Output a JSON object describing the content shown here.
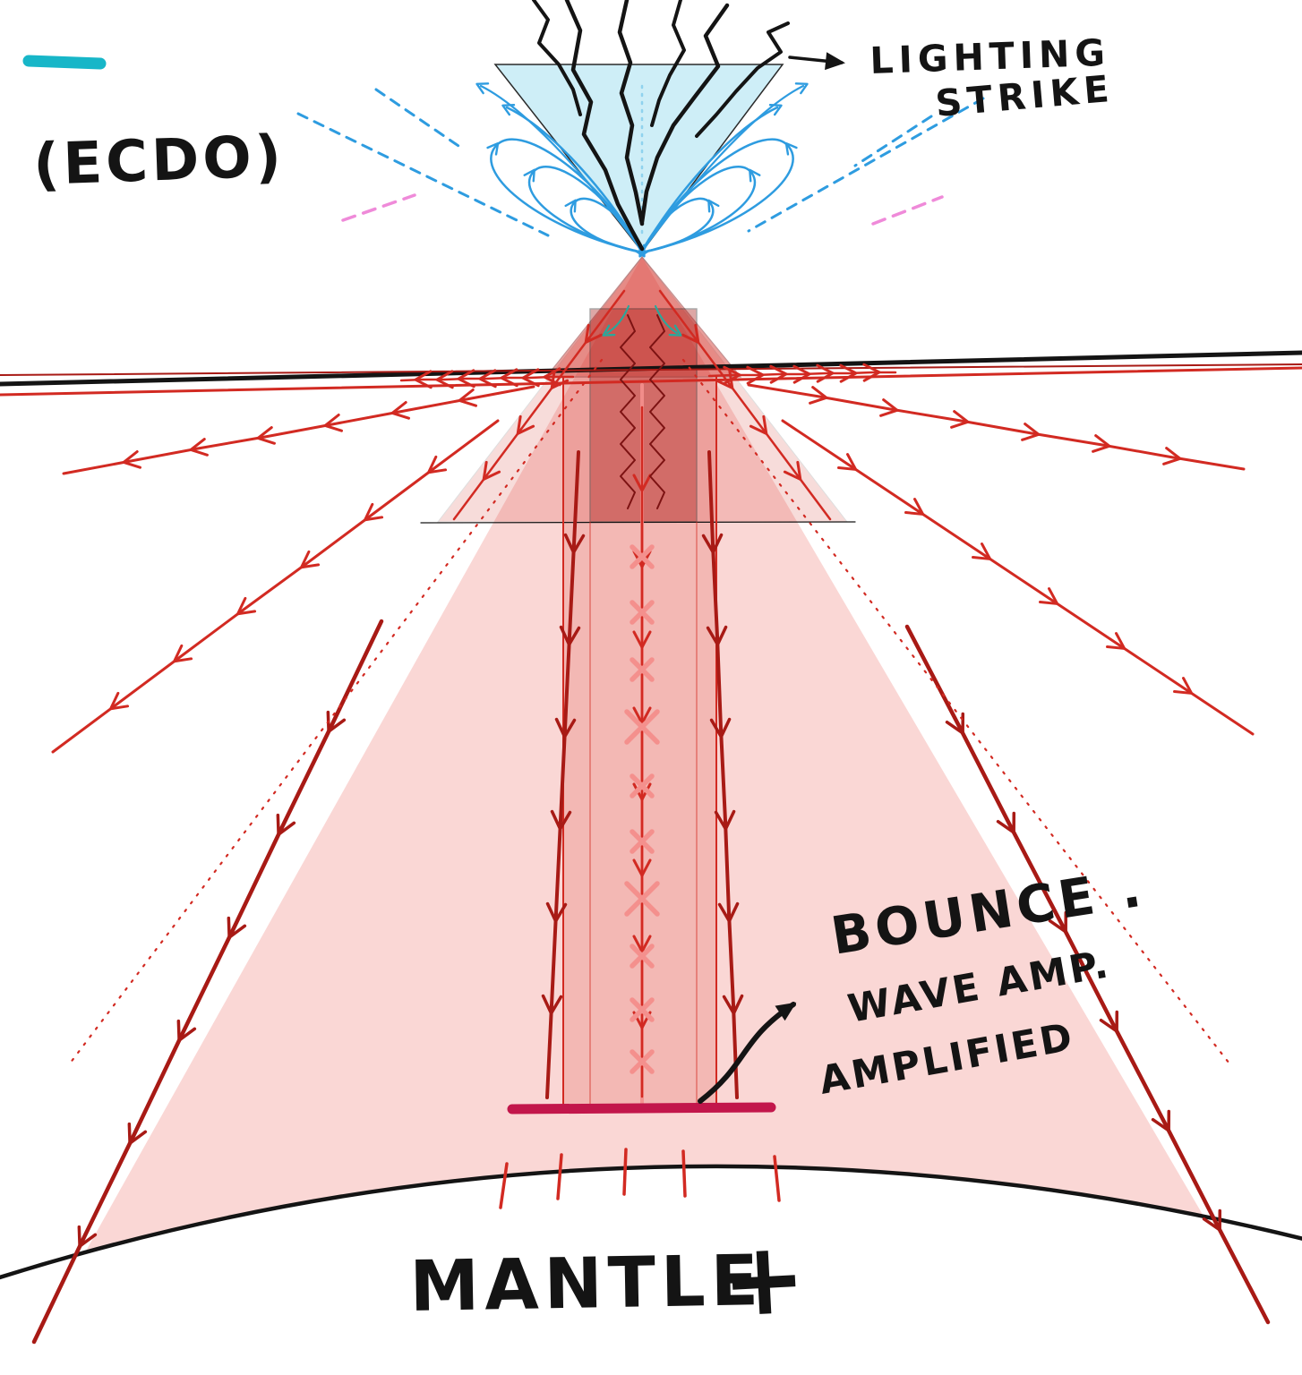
{
  "labels": {
    "legend_mark": "(ECDO)",
    "lightning_1": "LIGHTING",
    "lightning_2": "STRIKE",
    "bounce": "BOUNCE .",
    "wave_amp": "WAVE AMP.",
    "amplified": "AMPLIFIED",
    "mantle": "MANTLE",
    "plus": "+"
  },
  "colors": {
    "ink": "#141414",
    "teal": "#17b6c8",
    "funnel": "#c9edf7",
    "field": "#2e9ce0",
    "fieldlight": "#8fd2ee",
    "tealarrow": "#2aa79b",
    "magenta": "#ef8ad9",
    "red": "#d22a22",
    "darkred": "#a81a15",
    "maroon": "#7c1212",
    "pink": "#f29f9c",
    "salmon": "#f4908d",
    "crimson": "#c2164b",
    "plusred": "#e8201a"
  }
}
